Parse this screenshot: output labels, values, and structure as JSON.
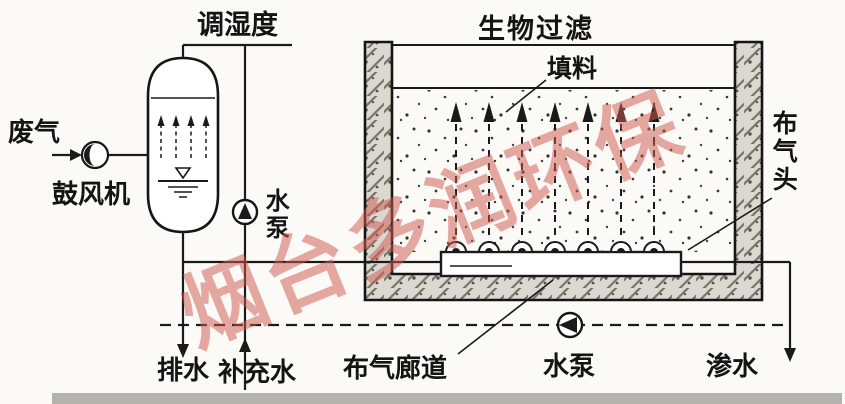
{
  "watermark": {
    "text": "烟台多润环保"
  },
  "diagram": {
    "humidity_control": "调湿度",
    "waste_gas": "废气",
    "blower": "鼓风机",
    "pump_left": "水泵",
    "biofilter_title": "生物过滤",
    "packing": "填料",
    "gas_head": "布气头",
    "gas_corridor": "布气廊道",
    "pump_bottom": "水泵",
    "drain": "排水",
    "makeup_water": "补充水",
    "seepage": "渗水"
  },
  "colors": {
    "line": "#1a1a1a",
    "wall_fill": "#dbd8d1",
    "watermark": "#d05a4e",
    "background": "#fbfaf7",
    "scan_strip": "#b4b2ad"
  }
}
